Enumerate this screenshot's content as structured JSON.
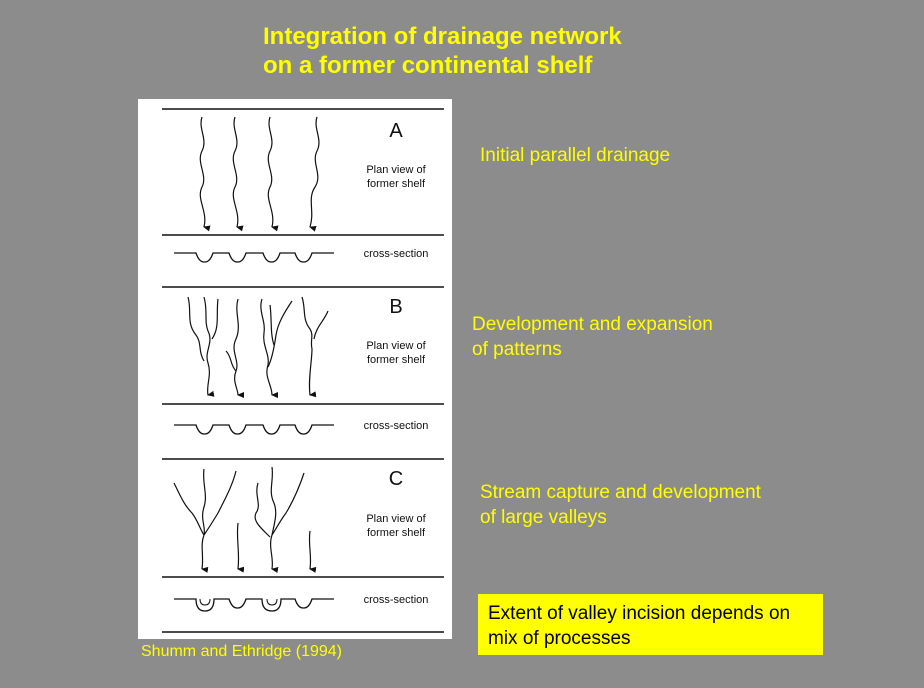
{
  "title": {
    "line1": "Integration of drainage network",
    "line2": "on a former continental shelf"
  },
  "figure": {
    "panels": [
      {
        "letter": "A",
        "plan_line1": "Plan view of",
        "plan_line2": "former shelf",
        "section_label": "cross-section"
      },
      {
        "letter": "B",
        "plan_line1": "Plan view of",
        "plan_line2": "former shelf",
        "section_label": "cross-section"
      },
      {
        "letter": "C",
        "plan_line1": "Plan view of",
        "plan_line2": "former shelf",
        "section_label": "cross-section"
      }
    ]
  },
  "captions": {
    "a": {
      "line1": "Initial parallel drainage"
    },
    "b": {
      "line1": "Development and expansion",
      "line2": "of patterns"
    },
    "c": {
      "line1": "Stream capture and development",
      "line2": "of large valleys"
    }
  },
  "note": {
    "line1": "Extent of valley incision depends on",
    "line2": "mix of processes"
  },
  "credit": "Shumm and Ethridge (1994)",
  "colors": {
    "background": "#8c8c8c",
    "title_text": "#ffff00",
    "note_box": "#ffff00",
    "figure_bg": "#ffffff"
  }
}
